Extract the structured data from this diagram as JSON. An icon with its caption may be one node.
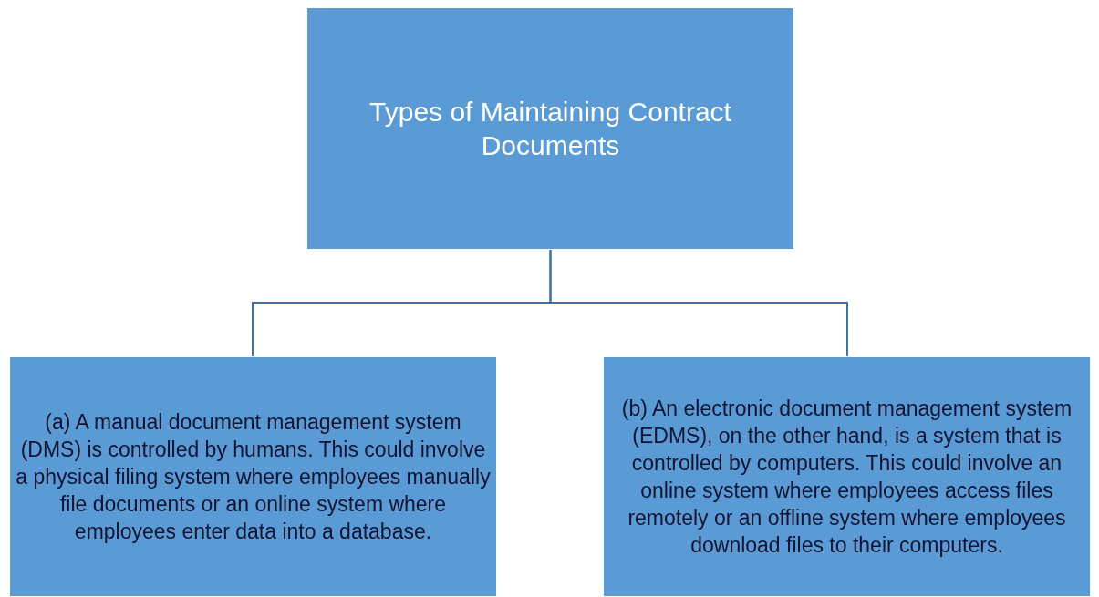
{
  "diagram": {
    "nodes": [
      {
        "text": [
          "Types of Maintaining Contract Documents"
        ]
      },
      {
        "text": [
          "(a) A manual document management system (DMS) is controlled by humans. This could involve a physical filing system where employees manually file documents or an online system where employees enter data into a database."
        ]
      },
      {
        "text": [
          "(b) An electronic document management system (EDMS), on the other hand, is a system that is controlled by computers. This could involve an online system where employees access files remotely or an offline system where employees download files to their computers."
        ]
      }
    ],
    "edges": [
      {
        "from": 0,
        "to": 1,
        "arrow": "none"
      },
      {
        "from": 0,
        "to": 2,
        "arrow": "none"
      }
    ]
  }
}
